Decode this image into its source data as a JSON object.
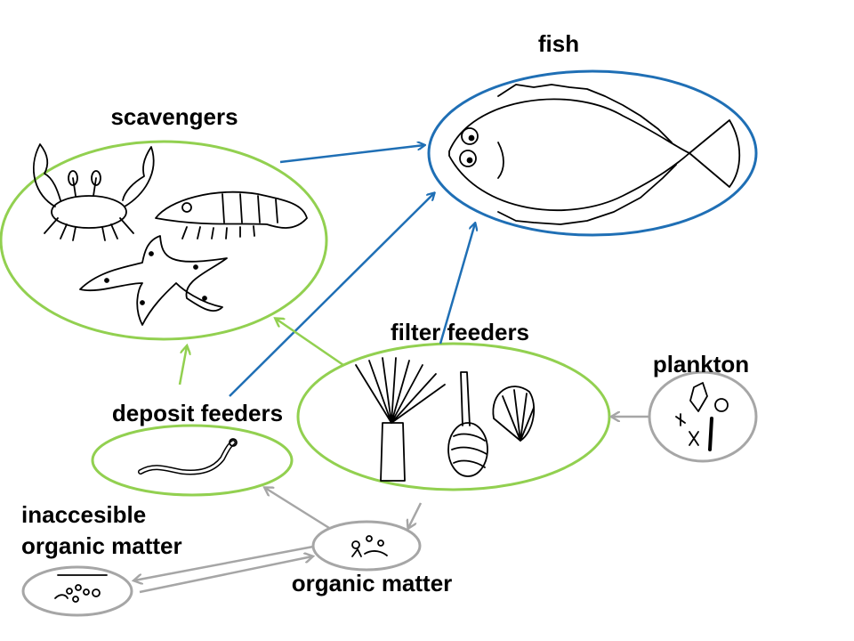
{
  "nodes": {
    "fish": {
      "label": "fish"
    },
    "scavengers": {
      "label": "scavengers"
    },
    "filter_feeders": {
      "label": "filter feeders"
    },
    "plankton": {
      "label": "plankton"
    },
    "deposit_feeders": {
      "label": "deposit feeders"
    },
    "inaccessible": {
      "label_line1": "inaccesible",
      "label_line2": "organic matter"
    },
    "organic_matter": {
      "label": "organic matter"
    }
  },
  "colors": {
    "fish_group": "#1f6fb5",
    "animal_group": "#92d050",
    "nonliving_group": "#a6a6a6"
  }
}
